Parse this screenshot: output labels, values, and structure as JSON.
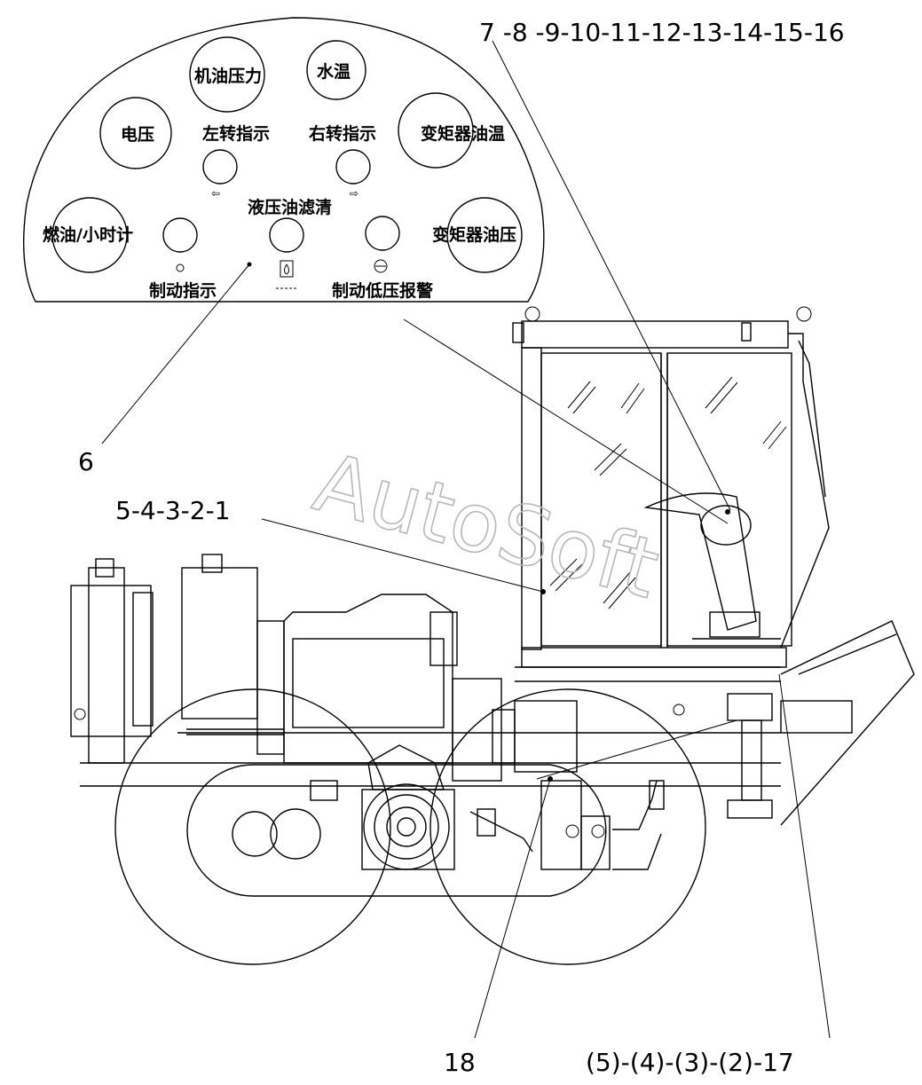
{
  "panel": {
    "oil_pressure": "机油压力",
    "water_temp": "水温",
    "voltage": "电压",
    "left_turn": "左转指示",
    "right_turn": "右转指示",
    "converter_oil_temp": "变矩器油温",
    "hydraulic_filter": "液压油滤清",
    "fuel_hour": "燃油/小时计",
    "converter_oil_pressure": "变矩器油压",
    "brake_indicator": "制动指示",
    "brake_low_pressure": "制动低压报警"
  },
  "callouts": {
    "top_right": "7 -8 -9-10-11-12-13-14-15-16",
    "panel_pointer": "6",
    "lever_group": "5-4-3-2-1",
    "bottom_left": "18",
    "bottom_right": "(5)-(4)-(3)-(2)-17"
  },
  "watermark": "AutoSoft"
}
